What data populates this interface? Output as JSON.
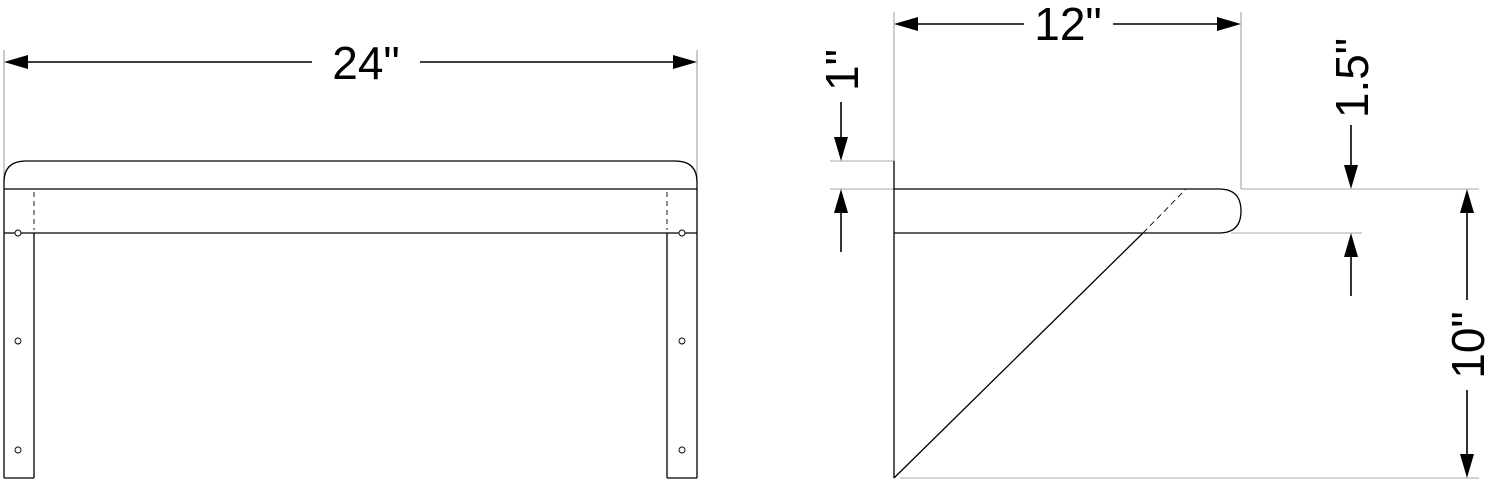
{
  "front_view": {
    "width_label": "24\""
  },
  "side_view": {
    "depth_label": "12\"",
    "top_gap_label": "1\"",
    "edge_label": "1.5\"",
    "height_label": "10\""
  }
}
